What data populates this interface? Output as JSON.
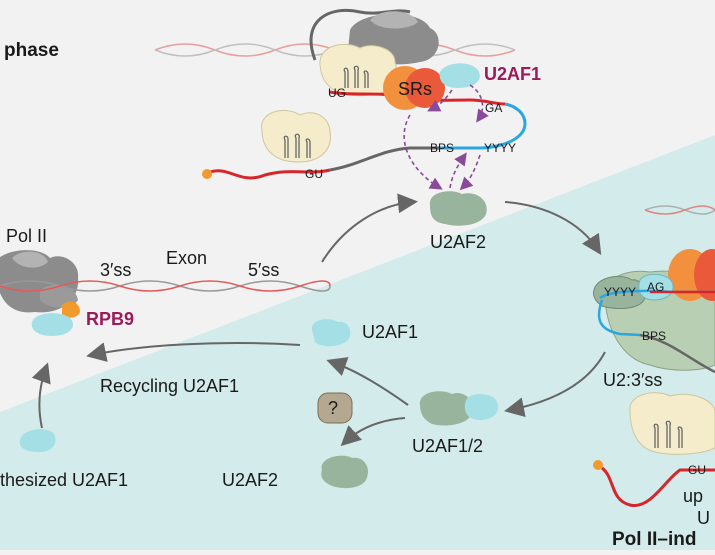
{
  "labels": {
    "phase": "phase",
    "u2af1_top": "U2AF1",
    "srs": "SRs",
    "ug": "UG",
    "ga": "GA",
    "bps_top": "BPS",
    "yyyy_top": "YYYY",
    "gu_left": "GU",
    "u2af2_center": "U2AF2",
    "pol2": "Pol II",
    "ss3": "3′ss",
    "exon": "Exon",
    "ss5": "5′ss",
    "rpb9": "RPB9",
    "u2af1_mid": "U2AF1",
    "recycling": "Recycling U2AF1",
    "question": "?",
    "u2af12": "U2AF1/2",
    "u2af2_bottom": "U2AF2",
    "synthesized": "thesized U2AF1",
    "yyyy_right": "YYYY",
    "ag_right": "AG",
    "bps_right": "BPS",
    "u2_3ss": "U2:3′ss",
    "gu_right": "GU",
    "up_partial": "up",
    "u_partial": "U",
    "pol2_ind": "Pol II–ind"
  },
  "colors": {
    "background": "#f2f2f2",
    "teal_region": "#d4ebeb",
    "accent": "#9b1b5a",
    "rna_red": "#d7262b",
    "rna_blue": "#2aa6e0",
    "u2af1_cyan": "#a4dfe6",
    "u2af2_green": "#98b49d",
    "protein_gray": "#8c8c8c",
    "snrnp_cream": "#f4ecca",
    "sr_orange": "#f2903e",
    "sr_red": "#ea5a3a",
    "rpb9_orange": "#f29a2e",
    "arrow_purple": "#8a4a9c",
    "unknown_tan": "#b5a890"
  }
}
